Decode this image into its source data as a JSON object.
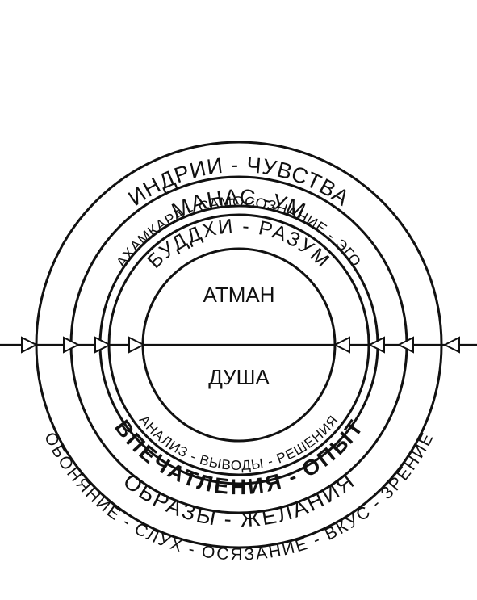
{
  "labels": {
    "indriya": "ИНДРИИ - ЧУВСТВА",
    "manas": "МАНАС -УМ",
    "ahamkara": "АХАМКАРА - САМОСОЗНАНИЕ - ЭГО",
    "buddhi": "БУДДХИ - РАЗУМ",
    "atman": "АТМАН",
    "dusha": "ДУША",
    "analysis": "АНАЛИЗ - ВЫВОДЫ - РЕШЕНИЯ",
    "impressions": "ВПЕЧАТЛЕНИЯ - ОПЫТ",
    "images": "ОБРАЗЫ - ЖЕЛАНИЯ",
    "senses": "ОБОНЯНИЕ - СЛУХ - ОСЯЗАНИЕ - ВКУС - ЗРЕНИЕ"
  }
}
